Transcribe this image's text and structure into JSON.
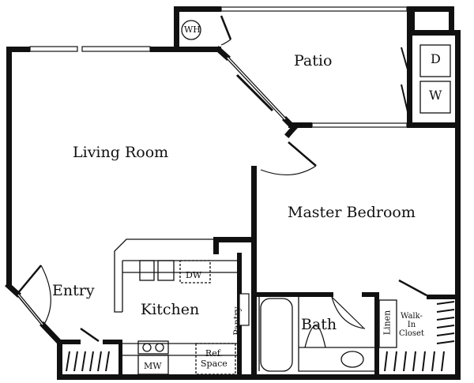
{
  "rooms": {
    "living_room": "Living Room",
    "patio": "Patio",
    "master_bedroom": "Master Bedroom",
    "entry": "Entry",
    "kitchen": "Kitchen",
    "bath": "Bath",
    "pantry": "Pantry",
    "linen": "Linen",
    "walk_in_closet": [
      "Walk-",
      "In",
      "Closet"
    ]
  },
  "fixtures": {
    "water_heater": "WH",
    "dryer": "D",
    "washer": "W",
    "dishwasher": "DW",
    "microwave": "MW",
    "ref_space": [
      "Ref.",
      "Space"
    ]
  },
  "colors": {
    "wall": "#111111",
    "background": "#ffffff"
  }
}
